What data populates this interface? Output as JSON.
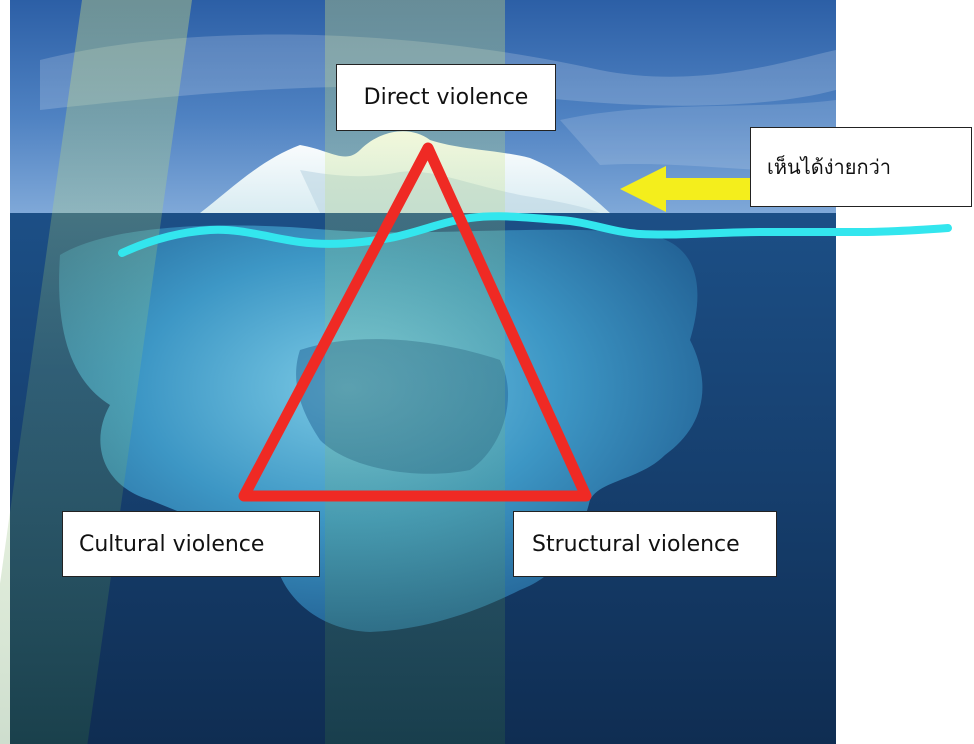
{
  "labels": {
    "top": "Direct violence",
    "bottom_left": "Cultural violence",
    "bottom_right": "Structural violence",
    "arrow_note": "เห็นได้ง่ายกว่า"
  },
  "colors": {
    "triangle": "#ef2a24",
    "waterline": "#33e6ee",
    "arrow": "#f4ee1c",
    "sky": "#2c63aa",
    "sea": "#123a66"
  },
  "icons": {
    "arrow": "left-arrow-icon",
    "iceberg": "iceberg-image"
  }
}
